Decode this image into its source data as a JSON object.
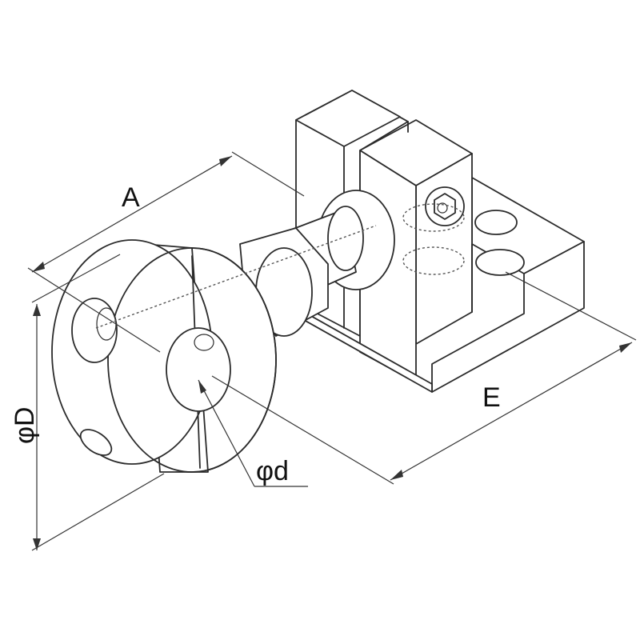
{
  "labels": {
    "A": "A",
    "D": "φD",
    "d": "φd",
    "E": "E"
  }
}
